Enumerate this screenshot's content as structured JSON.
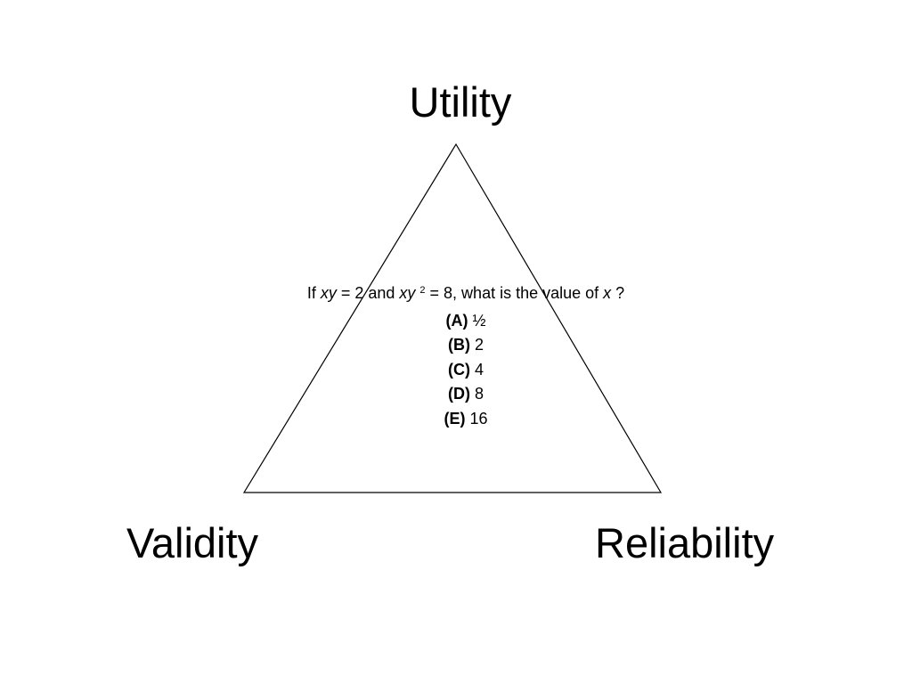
{
  "diagram": {
    "labels": {
      "top": "Utility",
      "left": "Validity",
      "right": "Reliability"
    },
    "line_color": "#000000"
  },
  "question": {
    "stem": {
      "part1": "If ",
      "var1": "xy",
      "part2": "  = 2 and ",
      "var2": "xy",
      "exp": "2",
      "part3": " = 8, what is the value of ",
      "var3": "x",
      "part4": " ?"
    },
    "choices": [
      {
        "letter": "(A)",
        "value": "½"
      },
      {
        "letter": "(B)",
        "value": "2"
      },
      {
        "letter": "(C)",
        "value": "4"
      },
      {
        "letter": "(D)",
        "value": "8"
      },
      {
        "letter": "(E)",
        "value": "16"
      }
    ]
  }
}
